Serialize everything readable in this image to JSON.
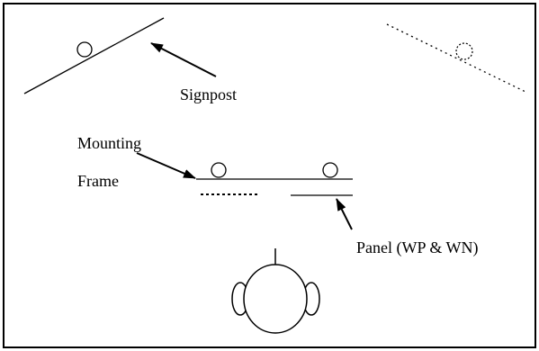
{
  "diagram": {
    "labels": {
      "signpost": "Signpost",
      "mounting_line1": "Mounting",
      "mounting_line2": "Frame",
      "panel": "Panel (WP & WN)"
    },
    "colors": {
      "stroke": "#000000",
      "background": "#ffffff"
    }
  }
}
